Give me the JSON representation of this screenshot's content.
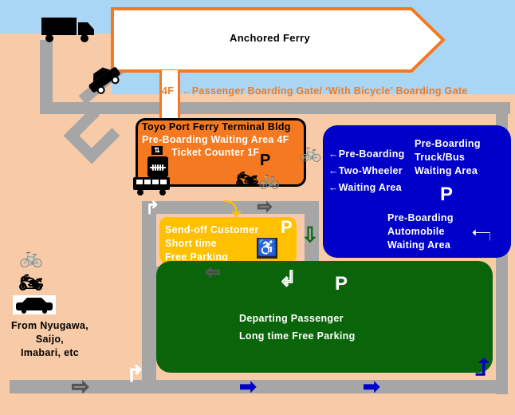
{
  "ferry": {
    "label": "Anchored Ferry"
  },
  "gate": {
    "floor": "4F",
    "label": "←Passenger Boarding Gate/ ‘With Bicycle’ Boarding Gate"
  },
  "terminal": {
    "title": "Toyo Port Ferry Terminal Bldg",
    "line2": "Pre-Boarding Waiting Area   4F",
    "line3": "Ticket Counter 1F",
    "parking": "P"
  },
  "two_wheeler": {
    "lines": [
      "←Pre-Boarding",
      "←Two-Wheeler",
      "←Waiting Area"
    ]
  },
  "truck_area": {
    "lines": [
      "Pre-Boarding",
      "Truck/Bus",
      "Waiting Area"
    ],
    "parking": "P"
  },
  "auto_area": {
    "lines": [
      "Pre-Boarding",
      "Automobile",
      "Waiting  Area"
    ]
  },
  "sendoff": {
    "lines": [
      "Send-off Customer",
      "Short time",
      "Free Parking"
    ],
    "parking": "P"
  },
  "long_term": {
    "lines": [
      "Departing Passenger",
      "Long time Free Parking"
    ],
    "parking": "P"
  },
  "origin": {
    "lines": [
      "From Nyugawa,",
      "Saijo,",
      "Imabari, etc"
    ]
  },
  "colors": {
    "orange": "#f47920",
    "blue": "#0000c8",
    "green": "#0a650a",
    "yellow": "#ffc000",
    "road": "#a6a6a6",
    "ground": "#f8cba8",
    "sky": "#a9d6f5"
  }
}
